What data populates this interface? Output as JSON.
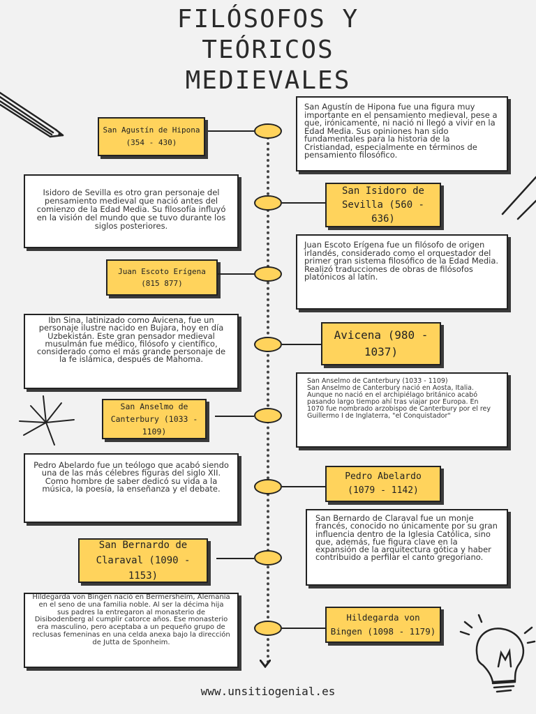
{
  "title": [
    "FILÓSOFOS Y",
    "TEÓRICOS",
    "MEDIEVALES"
  ],
  "entries": [
    {
      "name": "San Agustín de Hipona\n(354 - 430)",
      "text": "San Agustín de Hipona fue una figura muy importante en el pensamiento medieval, pese a que, irónicamente, ni nació ni llegó a vivir en la Edad Media. Sus opiniones han sido fundamentales para la historia de la Cristiandad, especialmente en términos de pensamiento filosófico."
    },
    {
      "name": "San Isidoro de Sevilla (560 - 636)",
      "text": "Isidoro de Sevilla es otro gran personaje del pensamiento medieval que nació antes del comienzo de la Edad Media. Su filosofía influyó en la visión del mundo que se tuvo durante los siglos posteriores."
    },
    {
      "name": "Juan Escoto Erígena (815 877)",
      "text": "Juan Escoto Erígena fue un filósofo de origen irlandés, considerado como el orquestador del primer gran sistema filosófico de la Edad Media. Realizó traducciones de obras de filósofos platónicos al latín."
    },
    {
      "name": "Avicena (980 - 1037)",
      "text": "Ibn Sina, latinizado como Avicena, fue un personaje ilustre nacido en Bujara, hoy en día Uzbekistán. Este gran pensador medieval musulmán fue médico, filósofo y científico, considerado como el más grande personaje de la fe islámica, después de Mahoma."
    },
    {
      "name": "San Anselmo de Canterbury (1033 - 1109)",
      "text": "San Anselmo de Canterbury (1033 - 1109)\nSan Anselmo de Canterbury nació en Aosta, Italia. Aunque no nació en el archipiélago británico acabó pasando largo tiempo ahí tras viajar por Europa. En 1070 fue nombrado arzobispo de Canterbury por el rey Guillermo I de Inglaterra, \"el Conquistador\""
    },
    {
      "name": "Pedro Abelardo (1079 - 1142)",
      "text": "Pedro Abelardo fue un teólogo que acabó siendo una de las más célebres figuras del siglo XII. Como hombre de saber dedicó su vida a la música, la poesía, la enseñanza y el debate."
    },
    {
      "name": "San Bernardo de Claraval (1090 - 1153)",
      "text": "San Bernardo de Claraval fue un monje francés, conocido no únicamente por su gran influencia dentro de la Iglesia Católica, sino que, además, fue figura clave en la expansión de la arquitectura gótica y haber contribuido a perfilar el canto gregoriano."
    },
    {
      "name": "Hildegarda von Bingen (1098 - 1179)",
      "text": "Hildegarda von Bingen nació en Bermersheim, Alemania en el seno de una familia noble. Al ser la décima hija sus padres la entregaron al monasterio de Disibodenberg al cumplir catorce años. Ese monasterio era masculino, pero aceptaba a un pequeño grupo de reclusas femeninas en una celda anexa bajo la dirección de Jutta de Sponheim."
    }
  ],
  "footer": "www.unsitiogenial.es",
  "colors": {
    "accent": "#ffd35c",
    "ink": "#222222",
    "background": "#f2f2f2"
  }
}
